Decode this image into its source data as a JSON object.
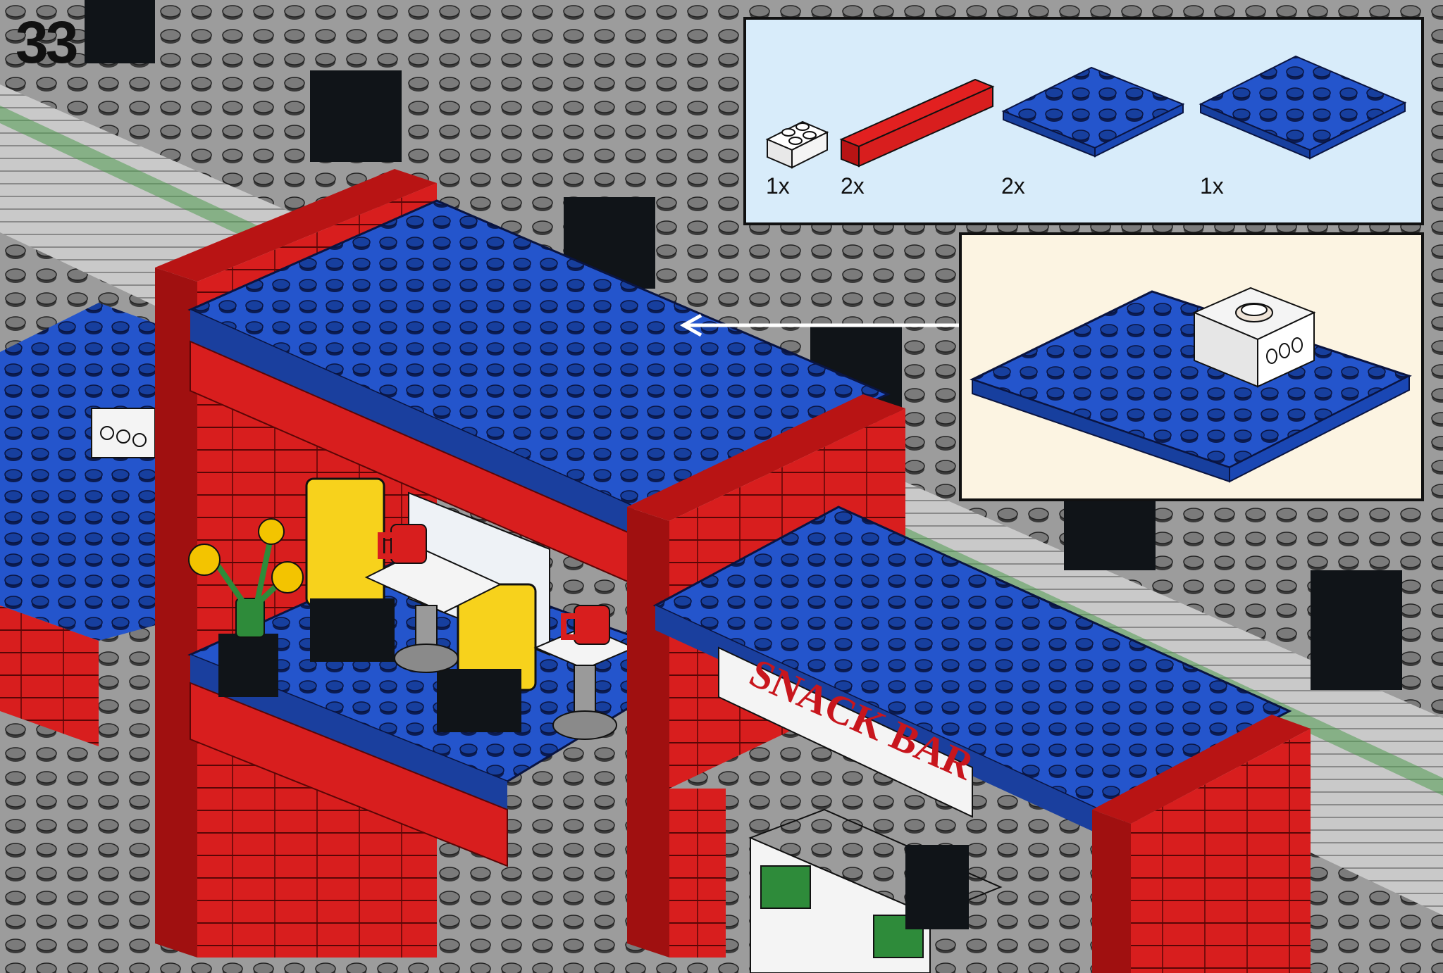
{
  "step": {
    "number": "33"
  },
  "parts_list": [
    {
      "quantity": "1x",
      "part": "white-2x2-brick-icon"
    },
    {
      "quantity": "2x",
      "part": "red-1x8-brick-icon"
    },
    {
      "quantity": "2x",
      "part": "blue-4x6-plate-icon"
    },
    {
      "quantity": "1x",
      "part": "blue-6x8-plate-icon"
    }
  ],
  "scene": {
    "sign_text": "SNACK BAR"
  },
  "colors": {
    "baseplate": "#9a9a9a",
    "stud_top": "#7e7e7e",
    "brick_red": "#d81e1e",
    "plate_blue": "#1f4fc4",
    "stud_blue": "#163d9c",
    "chair_yellow": "#f7d21c",
    "dark": "#101418",
    "white": "#f4f4f4",
    "parts_bg": "#d8ecfa",
    "callout_bg": "#fcf4e2",
    "plant_green": "#2e8b3a"
  }
}
